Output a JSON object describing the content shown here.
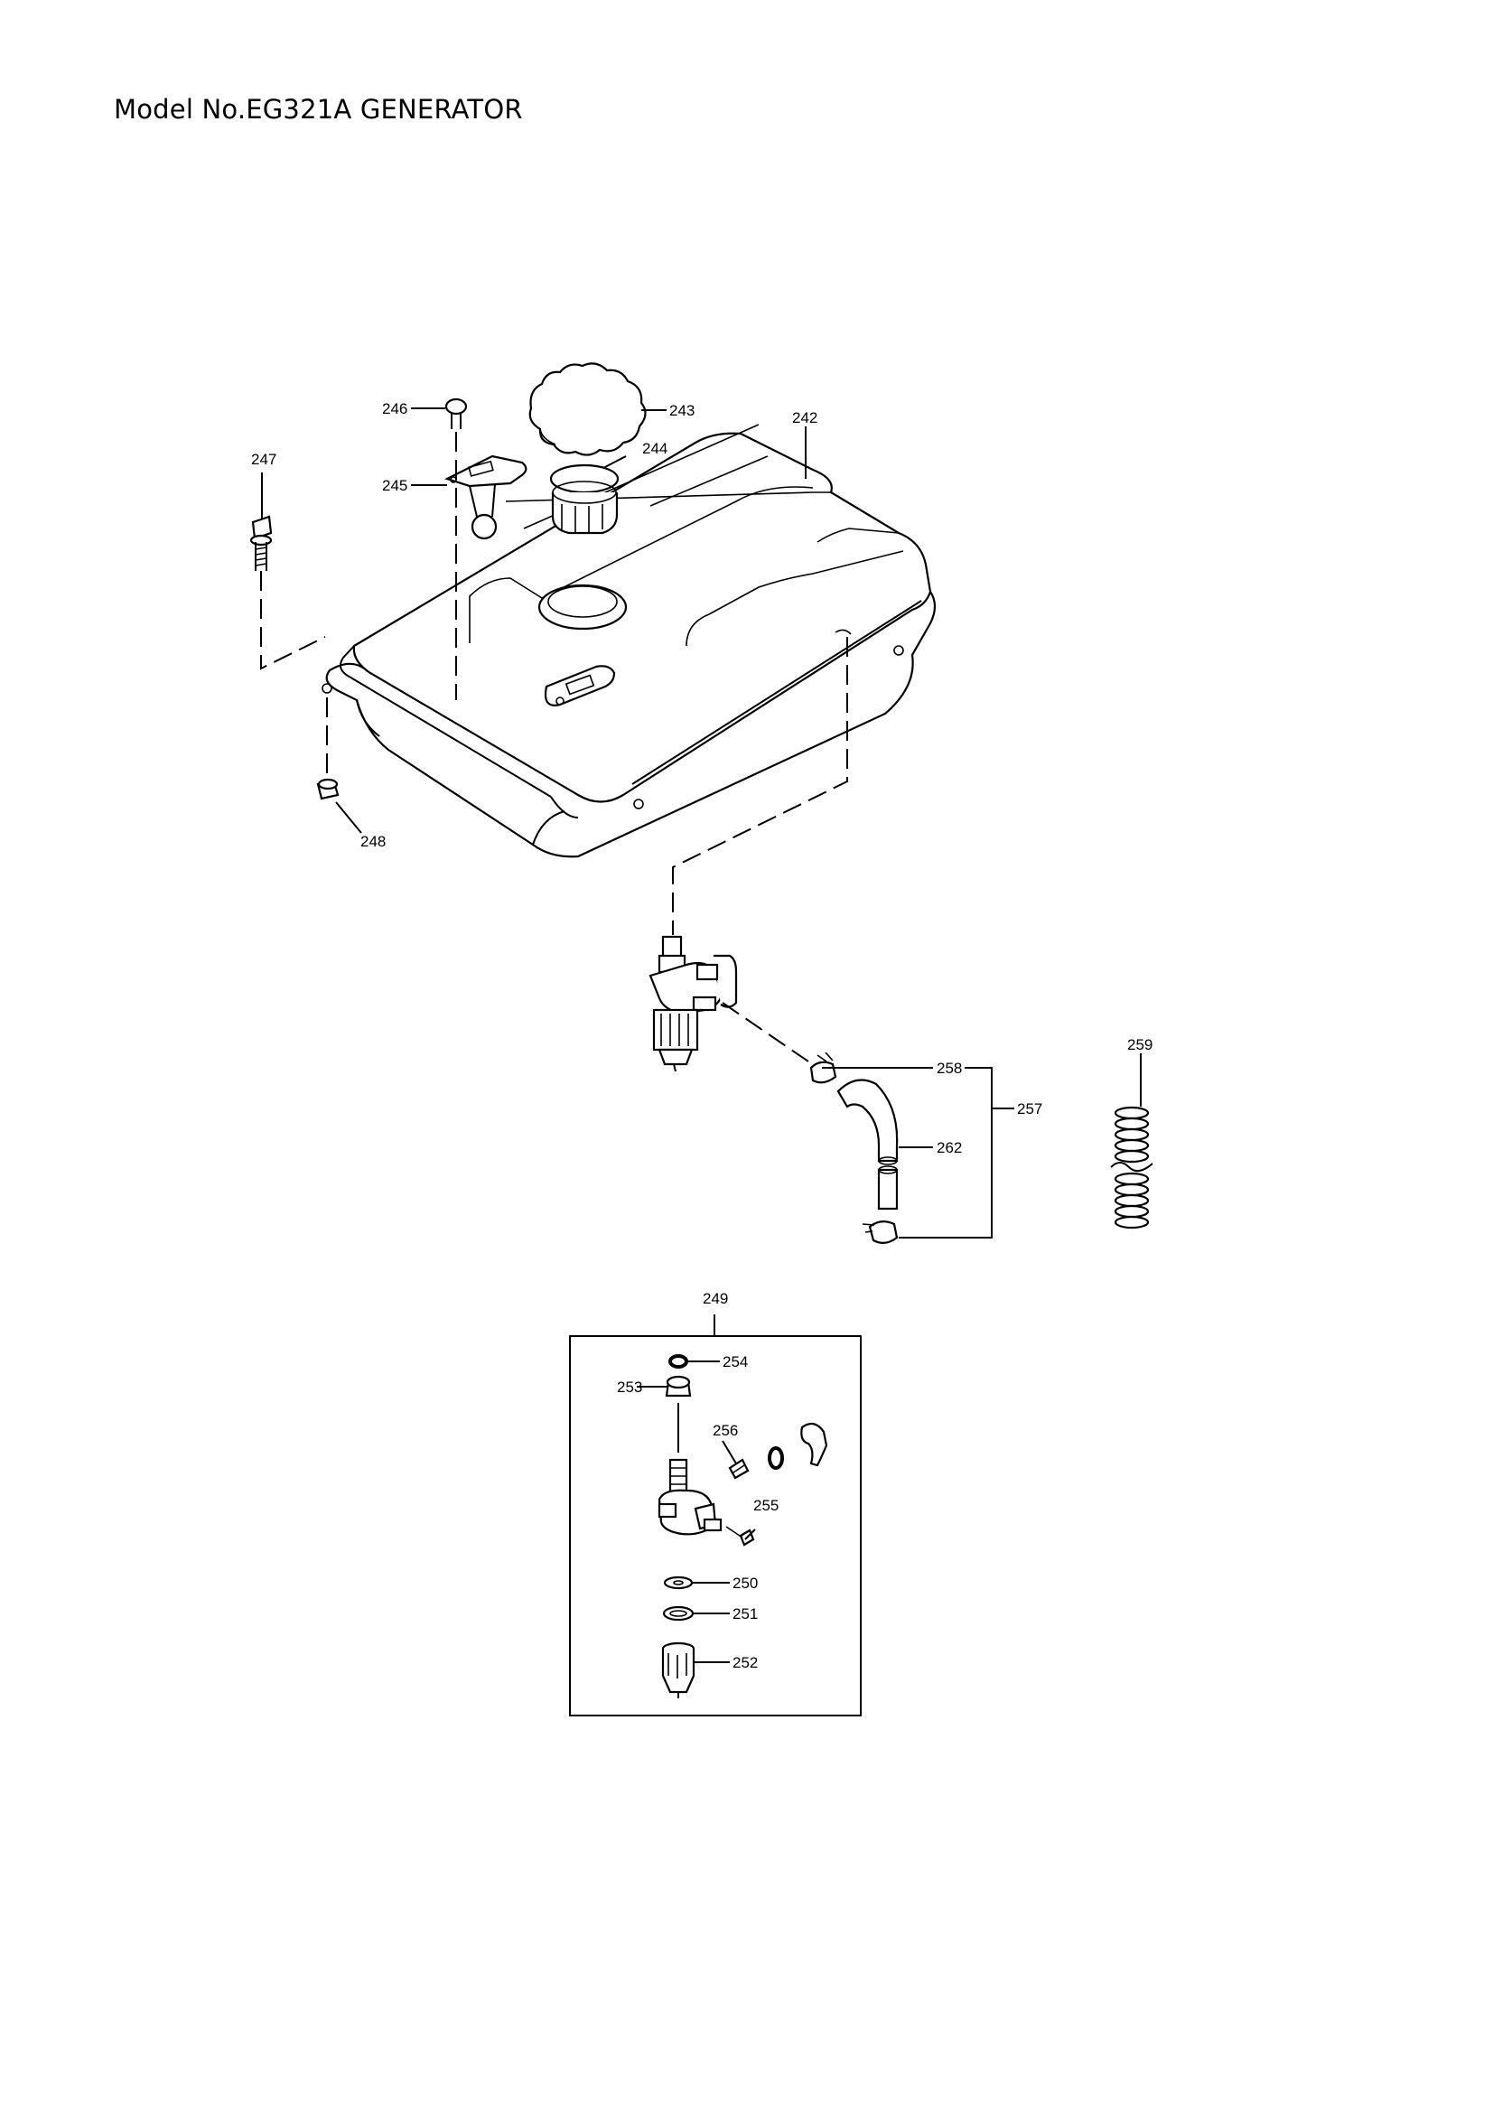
{
  "title": "Model No.EG321A GENERATOR",
  "part_labels": {
    "p242": "242",
    "p243": "243",
    "p244": "244",
    "p245": "245",
    "p246": "246",
    "p247": "247",
    "p248": "248",
    "p249": "249",
    "p250": "250",
    "p251": "251",
    "p252": "252",
    "p253": "253",
    "p254": "254",
    "p255": "255",
    "p256": "256",
    "p257": "257",
    "p258": "258",
    "p259": "259",
    "p262": "262"
  }
}
